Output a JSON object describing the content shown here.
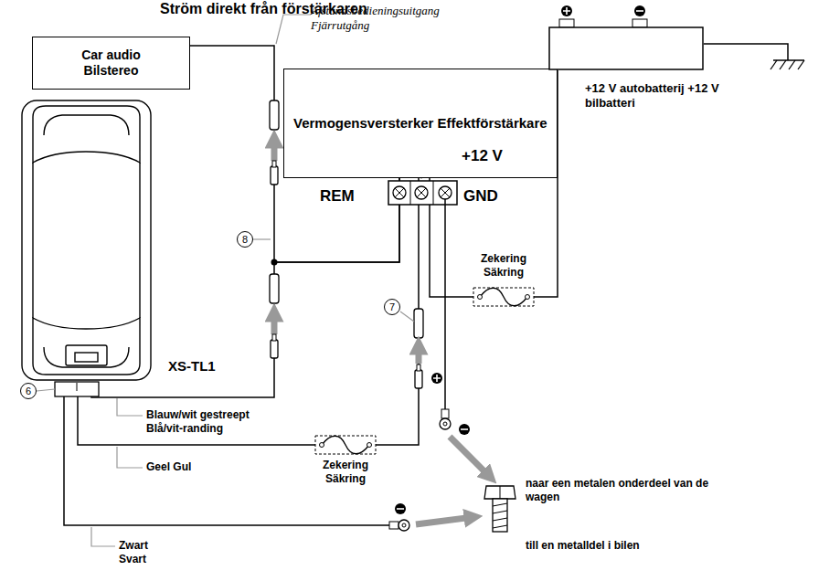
{
  "diagram": {
    "title": "Ström direkt från förstärkaren",
    "nodes": [
      {
        "text": [
          "Car audio Bilstereo"
        ]
      },
      {
        "text": [
          "Vermogensversterker Effektförstärkare"
        ]
      },
      {
        "text": [
          "+12 V autobatterij +12 V bilbatteri"
        ]
      },
      {
        "text": [
          "XS-TL1"
        ]
      }
    ],
    "edges": [
      {
        "from": 0,
        "to": 1,
        "arrow": "none"
      },
      {
        "from": 3,
        "to": 1,
        "arrow": "none"
      },
      {
        "from": 3,
        "to": 1,
        "arrow": "none"
      },
      {
        "from": 2,
        "to": 1,
        "arrow": "none"
      }
    ],
    "labels": [
      "Afstandsbedieningsuitgang Fjärrutgång",
      "REM",
      "+12 V",
      "GND",
      "Zekering Säkring",
      "Zekering Säkring",
      "8",
      "7",
      "6",
      "Blauw/wit gestreept Blå/vit-randing",
      "Geel Gul",
      "Zwart Svart",
      "naar een metalen onderdeel van de wagen",
      "till en metalldel i bilen"
    ]
  }
}
